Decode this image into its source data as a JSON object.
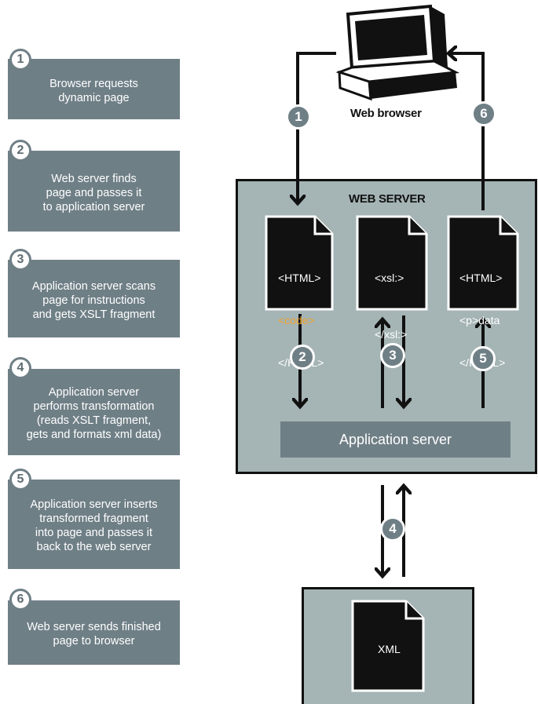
{
  "steps": [
    {
      "num": "1",
      "text": "Browser requests\ndynamic page"
    },
    {
      "num": "2",
      "text": "Web server finds\npage and passes it\nto application server"
    },
    {
      "num": "3",
      "text": "Application server scans\npage for instructions\nand gets XSLT fragment"
    },
    {
      "num": "4",
      "text": "Application server\nperforms transformation\n(reads XSLT fragment,\ngets and formats xml data)"
    },
    {
      "num": "5",
      "text": "Application server inserts\ntransformed fragment\ninto page and passes it\nback to the web server"
    },
    {
      "num": "6",
      "text": "Web server sends finished\npage to browser"
    }
  ],
  "diagram": {
    "browser_label": "Web browser",
    "server_title": "WEB SERVER",
    "app_server_label": "Application server",
    "doc1": {
      "line1": "<HTML>",
      "line2": "<code>",
      "line3": "</HTML>"
    },
    "doc2": {
      "line1": "<xsl:>",
      "line2": "</xsl:>"
    },
    "doc3": {
      "line1": "<HTML>",
      "line2": "<p>data",
      "line3": "</HTML>"
    },
    "xml_label": "XML",
    "badges": {
      "b1": "1",
      "b2": "2",
      "b3": "3",
      "b4": "4",
      "b5": "5",
      "b6": "6"
    }
  },
  "colors": {
    "panel": "#6f7f86",
    "server_bg": "#a5b4b5",
    "doc": "#111111",
    "highlight": "#f0a32a"
  },
  "icons": [
    "computer-monitor-icon",
    "document-icon",
    "arrow-icon",
    "numbered-badge-icon"
  ]
}
